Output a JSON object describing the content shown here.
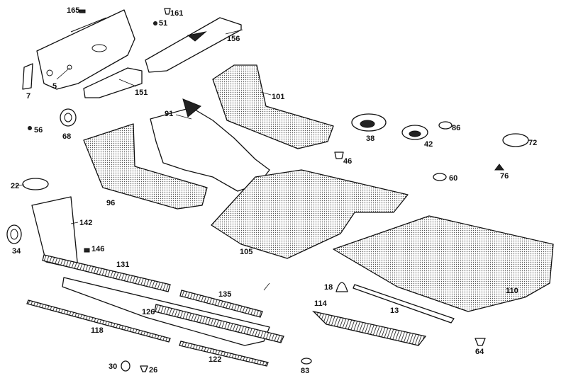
{
  "parts": [
    {
      "id": "p165",
      "label": "165"
    },
    {
      "id": "p161",
      "label": "161"
    },
    {
      "id": "p51",
      "label": "51"
    },
    {
      "id": "p156",
      "label": "156"
    },
    {
      "id": "p7",
      "label": "7"
    },
    {
      "id": "p5",
      "label": "5"
    },
    {
      "id": "p151",
      "label": "151"
    },
    {
      "id": "p101",
      "label": "101"
    },
    {
      "id": "p91",
      "label": "91"
    },
    {
      "id": "p56",
      "label": "56"
    },
    {
      "id": "p68",
      "label": "68"
    },
    {
      "id": "p38",
      "label": "38"
    },
    {
      "id": "p42",
      "label": "42"
    },
    {
      "id": "p86",
      "label": "86"
    },
    {
      "id": "p72",
      "label": "72"
    },
    {
      "id": "p46",
      "label": "46"
    },
    {
      "id": "p76",
      "label": "76"
    },
    {
      "id": "p60",
      "label": "60"
    },
    {
      "id": "p22",
      "label": "22"
    },
    {
      "id": "p96",
      "label": "96"
    },
    {
      "id": "p142",
      "label": "142"
    },
    {
      "id": "p34",
      "label": "34"
    },
    {
      "id": "p105",
      "label": "105"
    },
    {
      "id": "p146",
      "label": "146"
    },
    {
      "id": "p131",
      "label": "131"
    },
    {
      "id": "p135",
      "label": "135"
    },
    {
      "id": "p126",
      "label": "126"
    },
    {
      "id": "p118",
      "label": "118"
    },
    {
      "id": "p122",
      "label": "122"
    },
    {
      "id": "p30",
      "label": "30"
    },
    {
      "id": "p26",
      "label": "26"
    },
    {
      "id": "p83",
      "label": "83"
    },
    {
      "id": "p18",
      "label": "18"
    },
    {
      "id": "p114",
      "label": "114"
    },
    {
      "id": "p13",
      "label": "13"
    },
    {
      "id": "p110",
      "label": "110"
    },
    {
      "id": "p64",
      "label": "64"
    }
  ]
}
